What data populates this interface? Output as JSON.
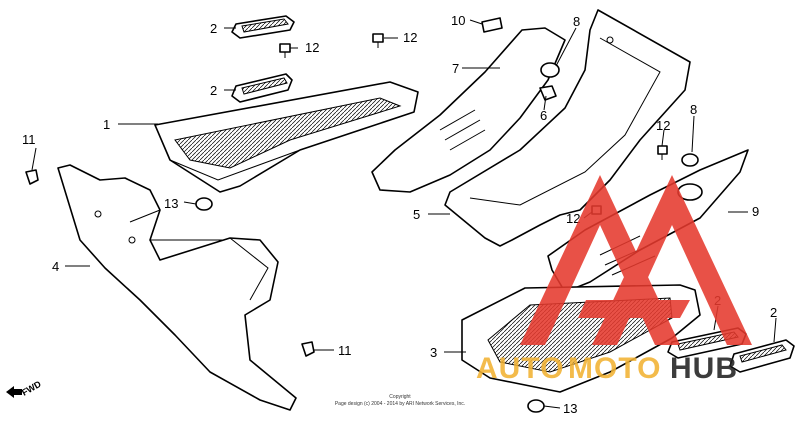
{
  "callouts": {
    "c1": "1",
    "c2a": "2",
    "c2b": "2",
    "c2c": "2",
    "c2d": "2",
    "c3": "3",
    "c4": "4",
    "c5": "5",
    "c6": "6",
    "c7": "7",
    "c8a": "8",
    "c8b": "8",
    "c9": "9",
    "c10": "10",
    "c11a": "11",
    "c11b": "11",
    "c12a": "12",
    "c12b": "12",
    "c12c": "12",
    "c12d": "12",
    "c13a": "13",
    "c13b": "13"
  },
  "fwd_label": "FWD",
  "copyright": {
    "line1": "Copyright",
    "line2": "Page design (c) 2004 - 2014 by ARI Network Services, Inc."
  },
  "watermark": {
    "text_auto": "AUTO",
    "text_moto": "MOTO",
    "text_hub": "HUB",
    "color_red": "#e53a2e",
    "color_yellow": "#f2b233",
    "color_dark": "#222222"
  }
}
